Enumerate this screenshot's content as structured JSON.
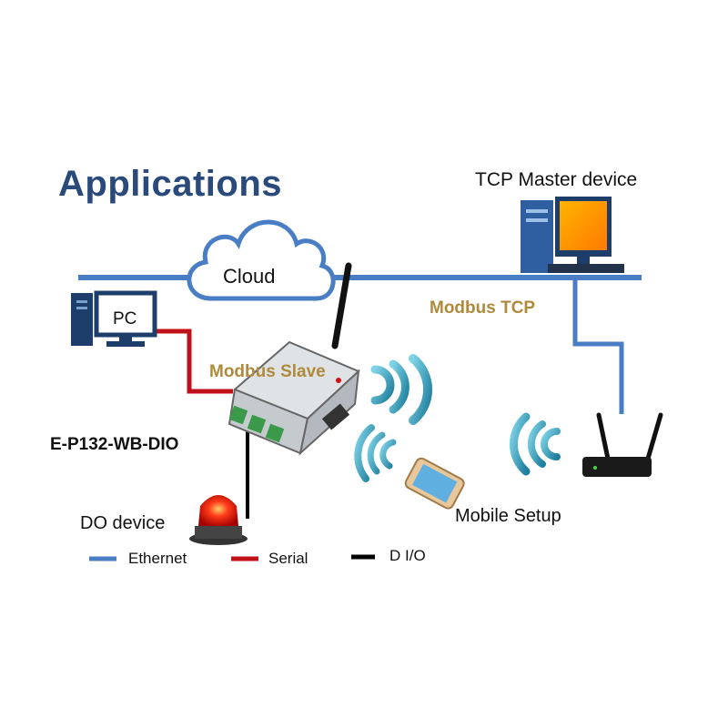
{
  "title": "Applications",
  "labels": {
    "cloud": "Cloud",
    "pc": "PC",
    "tcp_master": "TCP Master device",
    "modbus_tcp": "Modbus TCP",
    "modbus_slave": "Modbus Slave",
    "device_model": "E-P132-WB-DIO",
    "do_device": "DO device",
    "mobile_setup": "Mobile Setup"
  },
  "legend": [
    {
      "label": "Ethernet",
      "color": "#4a7ec4"
    },
    {
      "label": "Serial",
      "color": "#c0101a"
    },
    {
      "label": "D I/O",
      "color": "#000000"
    }
  ],
  "colors": {
    "ethernet": "#4a7ec4",
    "serial": "#c0101a",
    "dio": "#000000",
    "title": "#2a4a7b",
    "wireless": "#2a9bb5"
  }
}
